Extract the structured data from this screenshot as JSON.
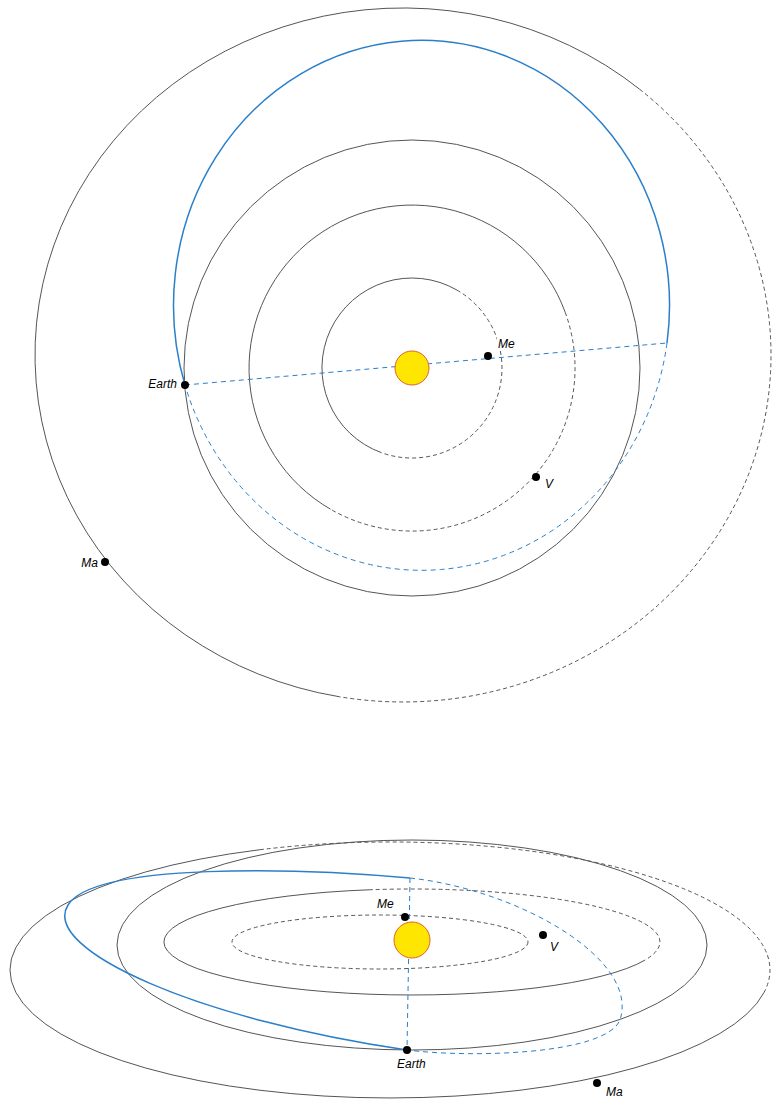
{
  "diagram": {
    "labels": [
      "Me",
      "V",
      "Earth",
      "Ma",
      "Me",
      "V",
      "Earth",
      "Ma"
    ]
  }
}
